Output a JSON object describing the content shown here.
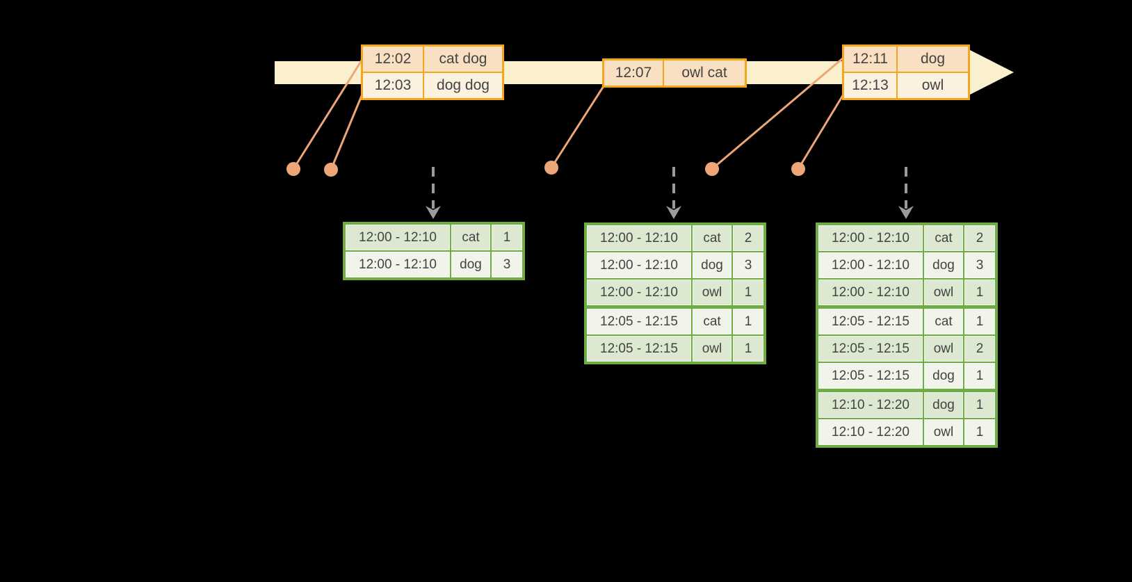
{
  "colors": {
    "background": "#000000",
    "timeline-band": "#FAF0CE",
    "event-border": "#F2A71F",
    "event-row-fill": "#FAE0C2",
    "event-row-fill-alt": "#FCF0DF",
    "salmon": "#EDA678",
    "green-border": "#6FAC43",
    "result-row-fill": "#DCE8D0",
    "result-row-fill-alt": "#F0F4EB",
    "trigger-arrow-gray": "#9B9B9B",
    "text": "#434343"
  },
  "timeline": {
    "event_tables": [
      {
        "rows": [
          [
            "12:02",
            "cat dog"
          ],
          [
            "12:03",
            "dog dog"
          ]
        ]
      },
      {
        "rows": [
          [
            "12:07",
            "owl cat"
          ]
        ]
      },
      {
        "rows": [
          [
            "12:11",
            "dog"
          ],
          [
            "12:13",
            "owl"
          ]
        ]
      }
    ]
  },
  "result_tables": [
    {
      "rows": [
        [
          "12:00 - 12:10",
          "cat",
          "1"
        ],
        [
          "12:00 - 12:10",
          "dog",
          "3"
        ]
      ],
      "group_starts": []
    },
    {
      "rows": [
        [
          "12:00 - 12:10",
          "cat",
          "2"
        ],
        [
          "12:00 - 12:10",
          "dog",
          "3"
        ],
        [
          "12:00 - 12:10",
          "owl",
          "1"
        ],
        [
          "12:05 - 12:15",
          "cat",
          "1"
        ],
        [
          "12:05 - 12:15",
          "owl",
          "1"
        ]
      ],
      "group_starts": [
        3
      ]
    },
    {
      "rows": [
        [
          "12:00 - 12:10",
          "cat",
          "2"
        ],
        [
          "12:00 - 12:10",
          "dog",
          "3"
        ],
        [
          "12:00 - 12:10",
          "owl",
          "1"
        ],
        [
          "12:05 - 12:15",
          "cat",
          "1"
        ],
        [
          "12:05 - 12:15",
          "owl",
          "2"
        ],
        [
          "12:05 - 12:15",
          "dog",
          "1"
        ],
        [
          "12:10 - 12:20",
          "dog",
          "1"
        ],
        [
          "12:10 - 12:20",
          "owl",
          "1"
        ]
      ],
      "group_starts": [
        3,
        6
      ]
    }
  ]
}
